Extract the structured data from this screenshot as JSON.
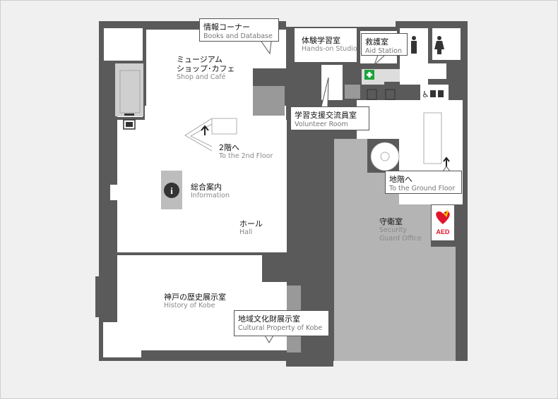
{
  "colors": {
    "background": "#f0f0f0",
    "wall": "#5a5a5a",
    "room": "#ffffff",
    "staff_area": "#b4b4b4",
    "first_aid": "#1aa33a",
    "aed": "#e0142c"
  },
  "rooms": {
    "books": {
      "jp": "情報コーナー",
      "en": "Books and Database"
    },
    "shop": {
      "jp1": "ミュージアム",
      "jp2": "ショップ･カフェ",
      "en": "Shop and Café"
    },
    "hands_on": {
      "jp": "体験学習室",
      "en": "Hands-on Studio"
    },
    "aid": {
      "jp": "救護室",
      "en": "Aid Station"
    },
    "volunteer": {
      "jp": "学習支援交流員室",
      "en": "Volunteer Room"
    },
    "second_floor": {
      "jp": "2階へ",
      "en": "To the 2nd Floor"
    },
    "ground_floor": {
      "jp": "地階へ",
      "en": "To the Ground Floor"
    },
    "information": {
      "jp": "総合案内",
      "en": "Information"
    },
    "hall": {
      "jp": "ホール",
      "en": "Hall"
    },
    "security": {
      "jp": "守衛室",
      "en1": "Security",
      "en2": "Guard Office"
    },
    "history": {
      "jp": "神戸の歴史展示室",
      "en": "History of Kobe"
    },
    "cultural": {
      "jp": "地域文化財展示室",
      "en": "Cultural Property of Kobe"
    }
  },
  "icons": {
    "aed": "AED",
    "information": "i"
  }
}
